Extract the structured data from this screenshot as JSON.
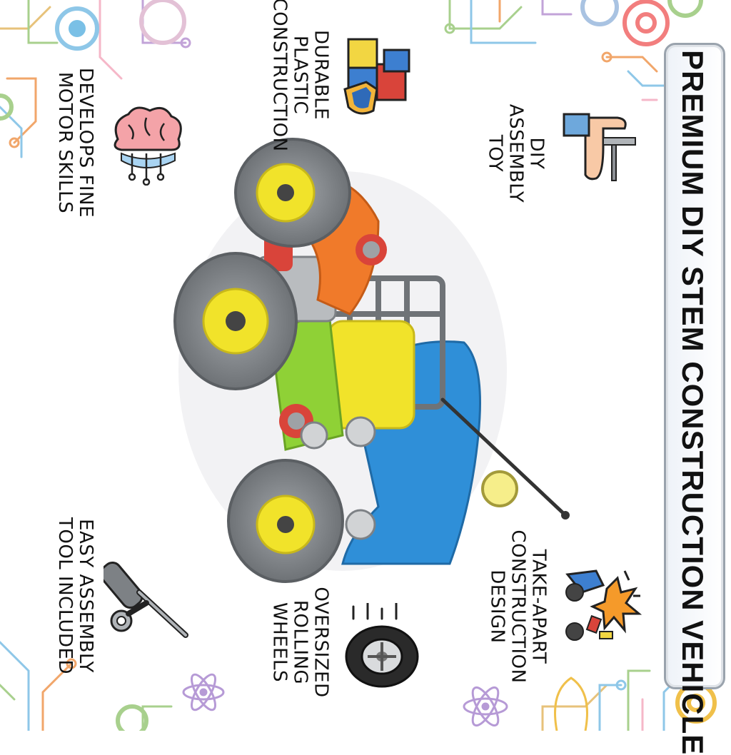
{
  "title": "PREMIUM DIY STEM CONSTRUCTION VEHICLE",
  "features": [
    {
      "id": "diy",
      "label": "DIY\nASSEMBLY\nTOY"
    },
    {
      "id": "durable",
      "label": "DURABLE\nPLASTIC\nCONSTRUCTION"
    },
    {
      "id": "motor",
      "label": "DEVELOPS FINE\nMOTOR SKILLS"
    },
    {
      "id": "take-apart",
      "label": "TAKE-APART\nCONSTRUCTION\nDESIGN"
    },
    {
      "id": "wheels",
      "label": "OVERSIZED\nROLLING\nWHEELS"
    },
    {
      "id": "tool",
      "label": "EASY ASSEMBLY\nTOOL INCLUDED"
    }
  ],
  "colors": {
    "body_blue": "#2f8fd8",
    "fender_orange": "#f07a2a",
    "frame_green": "#8fd136",
    "hub_yellow": "#f1e32a",
    "tire_gray": "#8d9196",
    "accent_red": "#d9443a"
  },
  "icons": [
    "pointing-hand-screw-icon",
    "building-blocks-shield-icon",
    "brain-circuit-icon",
    "exploding-car-icon",
    "rolling-tire-icon",
    "screwdriver-wrench-icon"
  ]
}
